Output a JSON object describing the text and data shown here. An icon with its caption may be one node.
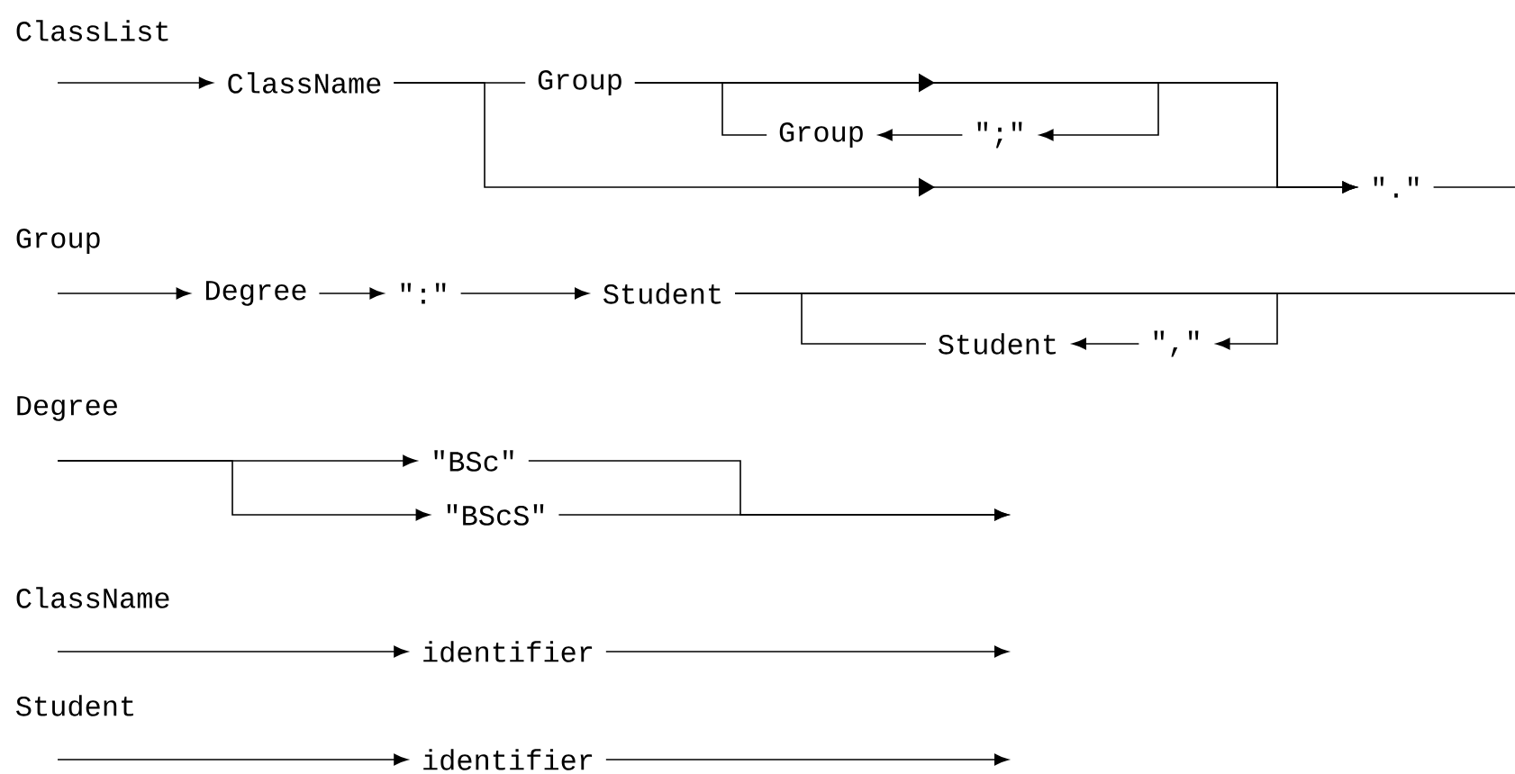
{
  "diagram": {
    "nodes": [
      {
        "text": [
          "ClassName"
        ]
      },
      {
        "text": [
          "Group"
        ]
      },
      {
        "text": [
          "Group"
        ]
      },
      {
        "text": [
          "\";\""
        ]
      },
      {
        "text": [
          "\".\""
        ]
      },
      {
        "text": [
          "Degree"
        ]
      },
      {
        "text": [
          "\":\""
        ]
      },
      {
        "text": [
          "Student"
        ]
      },
      {
        "text": [
          "Student"
        ]
      },
      {
        "text": [
          "\",\""
        ]
      },
      {
        "text": [
          "\"BSc\""
        ]
      },
      {
        "text": [
          "\"BScS\""
        ]
      },
      {
        "text": [
          "identifier"
        ]
      },
      {
        "text": [
          "identifier"
        ]
      }
    ],
    "edges": [
      {
        "from": null,
        "to": 0,
        "arrow": "to"
      },
      {
        "from": 0,
        "to": 1,
        "arrow": "none"
      },
      {
        "from": 0,
        "to": 4,
        "arrow": "to"
      },
      {
        "from": 1,
        "to": 4,
        "arrow": "to"
      },
      {
        "from": 1,
        "to": 3,
        "arrow": "to"
      },
      {
        "from": 3,
        "to": 2,
        "arrow": "to"
      },
      {
        "from": 2,
        "to": 4,
        "arrow": "to"
      },
      {
        "from": 4,
        "to": null,
        "arrow": "none"
      },
      {
        "from": null,
        "to": 5,
        "arrow": "to"
      },
      {
        "from": 5,
        "to": 6,
        "arrow": "to"
      },
      {
        "from": 6,
        "to": 7,
        "arrow": "to"
      },
      {
        "from": 7,
        "to": null,
        "arrow": "none"
      },
      {
        "from": 7,
        "to": 9,
        "arrow": "to"
      },
      {
        "from": 9,
        "to": 8,
        "arrow": "to"
      },
      {
        "from": 8,
        "to": null,
        "arrow": "none"
      },
      {
        "from": null,
        "to": 10,
        "arrow": "to"
      },
      {
        "from": null,
        "to": 11,
        "arrow": "to"
      },
      {
        "from": 10,
        "to": null,
        "arrow": "to"
      },
      {
        "from": 11,
        "to": null,
        "arrow": "to"
      },
      {
        "from": null,
        "to": 12,
        "arrow": "to"
      },
      {
        "from": 12,
        "to": null,
        "arrow": "to"
      },
      {
        "from": null,
        "to": 13,
        "arrow": "to"
      },
      {
        "from": 13,
        "to": null,
        "arrow": "to"
      }
    ],
    "labels": [
      "ClassList",
      "Group",
      "Degree",
      "ClassName",
      "Student"
    ]
  }
}
